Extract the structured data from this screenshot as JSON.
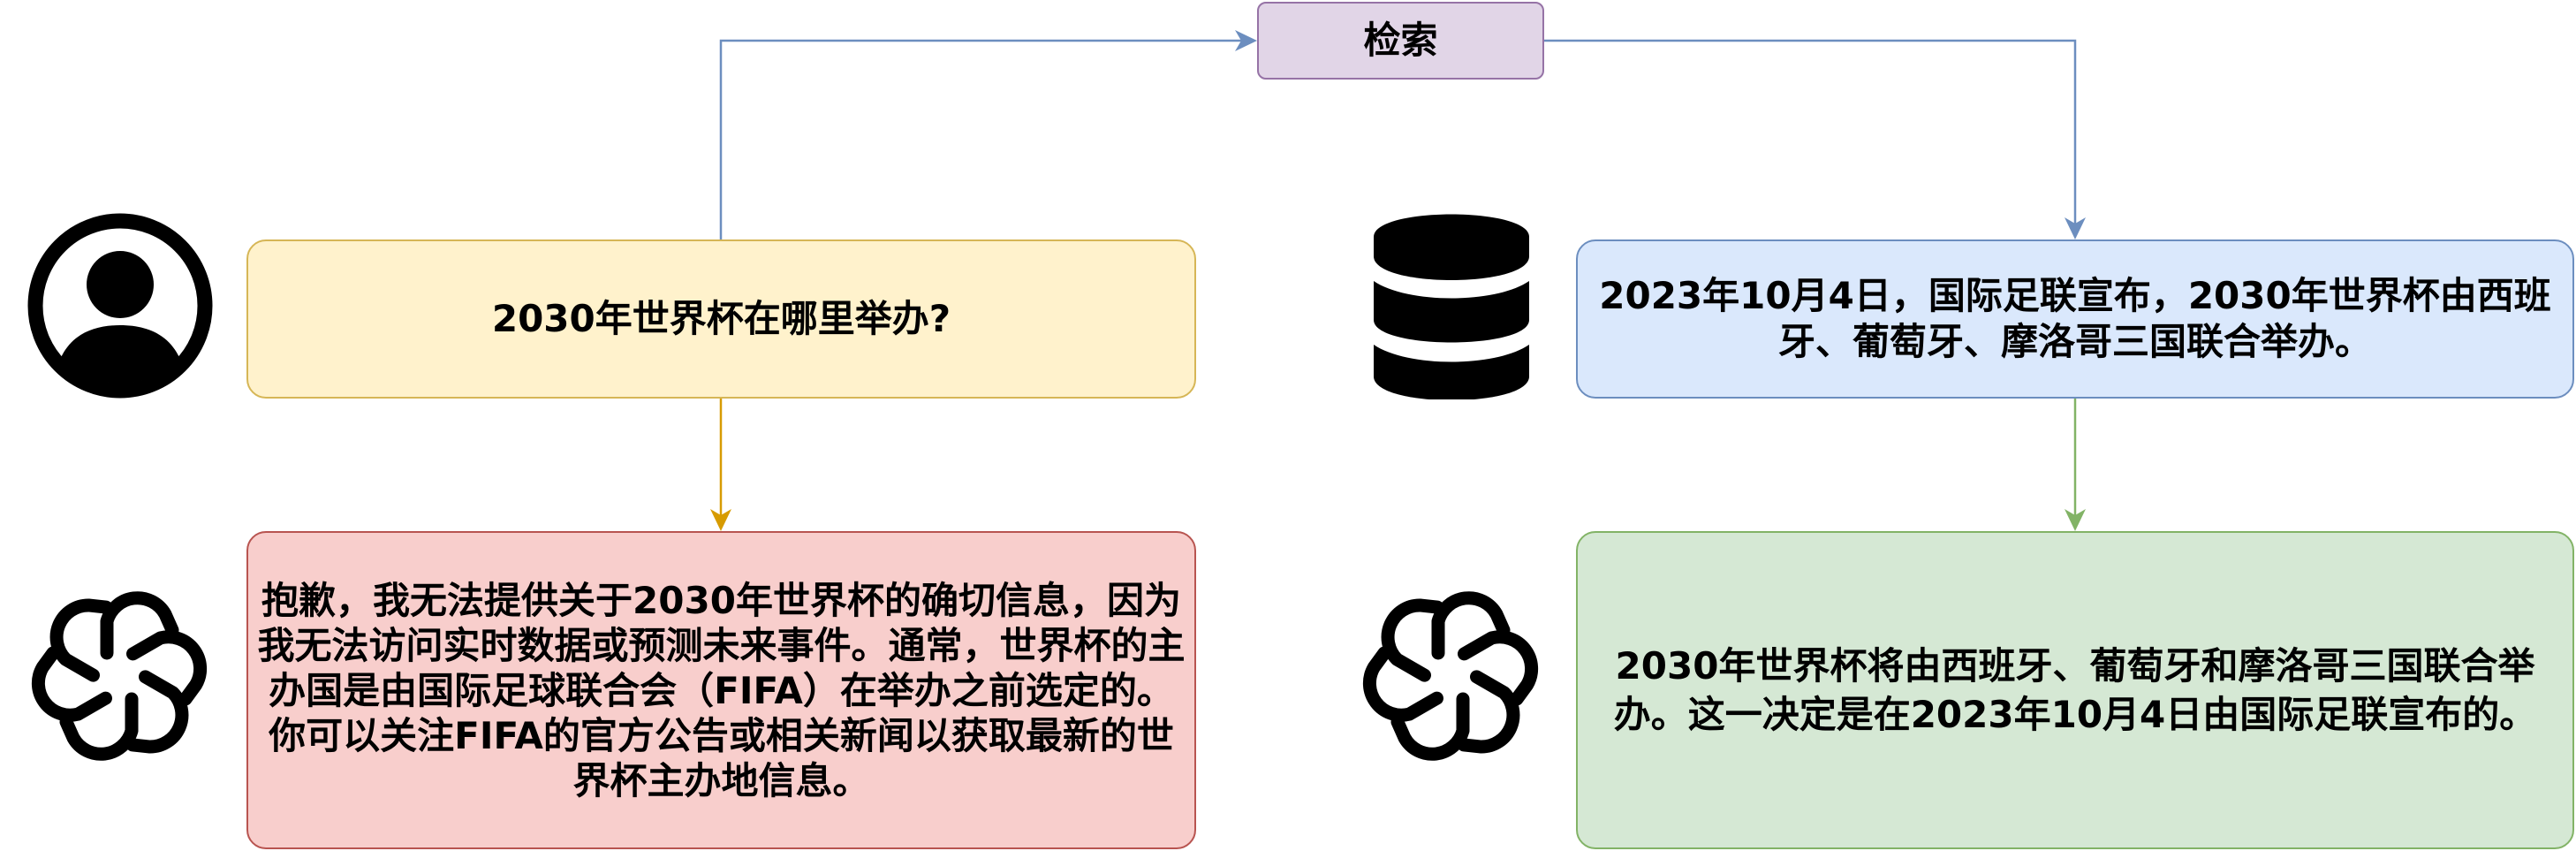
{
  "retrieve": {
    "label": "检索"
  },
  "question": {
    "text": "2030年世界杯在哪里举办?"
  },
  "document": {
    "text": "2023年10月4日，国际足联宣布，2030年世界杯由西班牙、葡萄牙、摩洛哥三国联合举办。"
  },
  "answer_without_retrieval": {
    "text": "抱歉，我无法提供关于2030年世界杯的确切信息，因为我无法访问实时数据或预测未来事件。通常，世界杯的主办国是由国际足球联合会（FIFA）在举办之前选定的。你可以关注FIFA的官方公告或相关新闻以获取最新的世界杯主办地信息。"
  },
  "answer_with_retrieval": {
    "text": "2030年世界杯将由西班牙、葡萄牙和摩洛哥三国联合举办。这一决定是在2023年10月4日由国际足联宣布的。"
  },
  "icons": {
    "user": "user-icon",
    "database": "database-icon",
    "ai_top": "openai-logo-icon",
    "ai_bottom": "openai-logo-icon"
  },
  "colors": {
    "retrieve_fill": "#e1d5e7",
    "retrieve_stroke": "#9673a6",
    "question_fill": "#fff2cc",
    "question_stroke": "#d6b656",
    "document_fill": "#dae8fc",
    "document_stroke": "#6c8ebf",
    "bad_answer_fill": "#f8cecc",
    "bad_answer_stroke": "#b85450",
    "good_answer_fill": "#d5e8d4",
    "good_answer_stroke": "#82b366",
    "arrow_blue": "#6c8ebf",
    "arrow_orange": "#d79b00",
    "arrow_green": "#82b366"
  }
}
